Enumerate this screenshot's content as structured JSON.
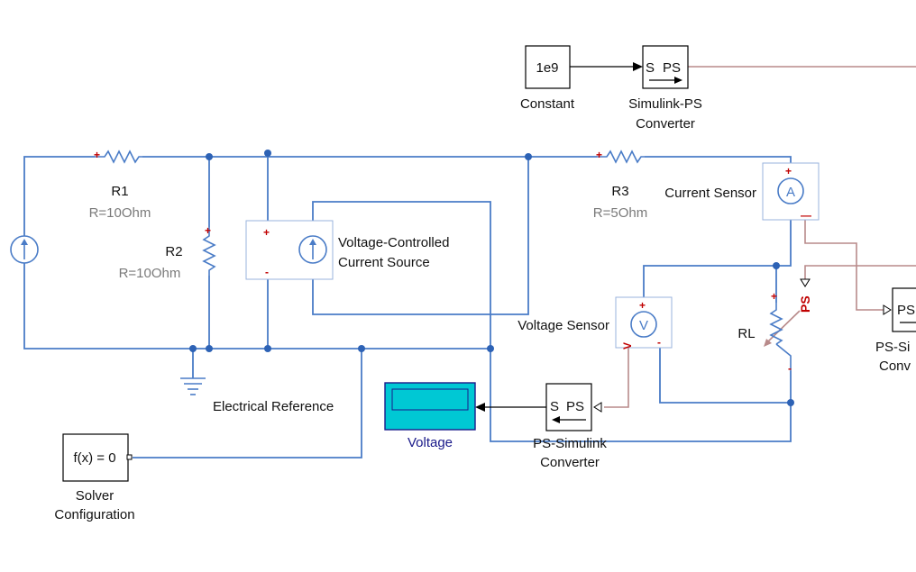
{
  "blocks": {
    "constant": {
      "value": "1e9",
      "label": "Constant"
    },
    "simulink_ps": {
      "s": "S",
      "ps": "PS",
      "label_line1": "Simulink-PS",
      "label_line2": "Converter"
    },
    "r1": {
      "name": "R1",
      "param": "R=10Ohm"
    },
    "r2": {
      "name": "R2",
      "param": "R=10Ohm"
    },
    "r3": {
      "name": "R3",
      "param": "R=5Ohm"
    },
    "current_sensor": {
      "label": "Current Sensor",
      "symbol": "A"
    },
    "vccs": {
      "label_line1": "Voltage-Controlled",
      "label_line2": "Current Source"
    },
    "voltage_sensor": {
      "label": "Voltage Sensor",
      "symbol": "V"
    },
    "rl": {
      "name": "RL",
      "ps_tag": "PS"
    },
    "ps_sim_right": {
      "label_line1": "PS-Si",
      "label_line2": "Conv",
      "ps": "PS"
    },
    "electrical_reference": {
      "label": "Electrical Reference"
    },
    "scope": {
      "label": "Voltage"
    },
    "ps_simulink": {
      "s": "S",
      "ps": "PS",
      "label_line1": "PS-Simulink",
      "label_line2": "Converter"
    },
    "solver": {
      "value": "f(x) = 0",
      "label_line1": "Solver",
      "label_line2": "Configuration"
    }
  },
  "colors": {
    "electrical_wire": "#4a7cc7",
    "physical_signal_wire": "#b88a8a",
    "polarity_mark": "#c00000",
    "scope_display": "#00c8d4"
  }
}
